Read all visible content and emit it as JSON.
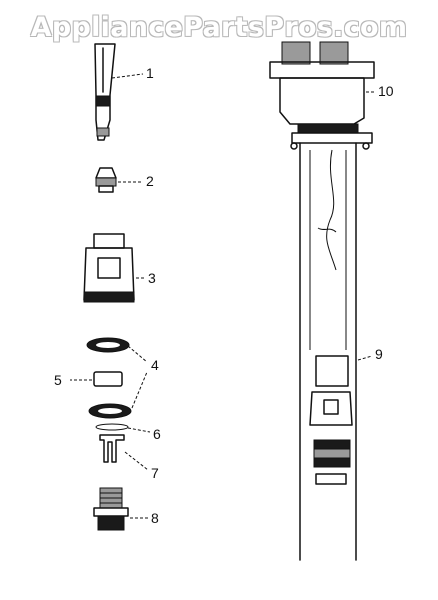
{
  "watermark": "AppliancePartsPros.com",
  "callouts": [
    "1",
    "2",
    "3",
    "4",
    "5",
    "6",
    "7",
    "8",
    "9",
    "10"
  ]
}
